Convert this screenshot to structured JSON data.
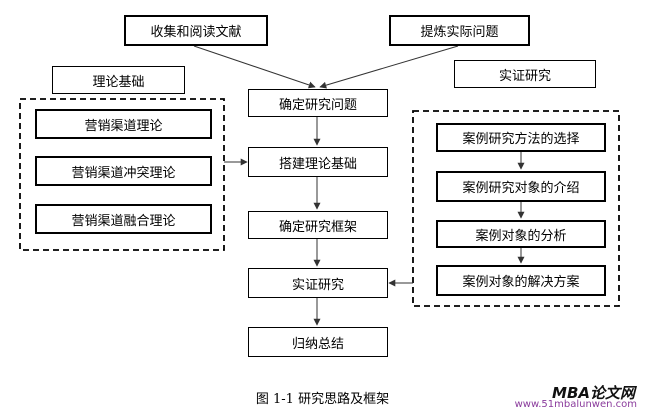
{
  "diagram": {
    "top_sources": [
      "收集和阅读文献",
      "提炼实际问题"
    ],
    "left_group": {
      "title": "理论基础",
      "items": [
        "营销渠道理论",
        "营销渠道冲突理论",
        "营销渠道融合理论"
      ]
    },
    "right_group": {
      "title": "实证研究",
      "items": [
        "案例研究方法的选择",
        "案例研究对象的介绍",
        "案例对象的分析",
        "案例对象的解决方案"
      ]
    },
    "main_flow": [
      "确定研究问题",
      "搭建理论基础",
      "确定研究框架",
      "实证研究",
      "归纳总结"
    ]
  },
  "caption": "图 1-1    研究思路及框架",
  "watermark": {
    "brand": "MBA论文网",
    "url": "www.51mbalunwen.com"
  }
}
